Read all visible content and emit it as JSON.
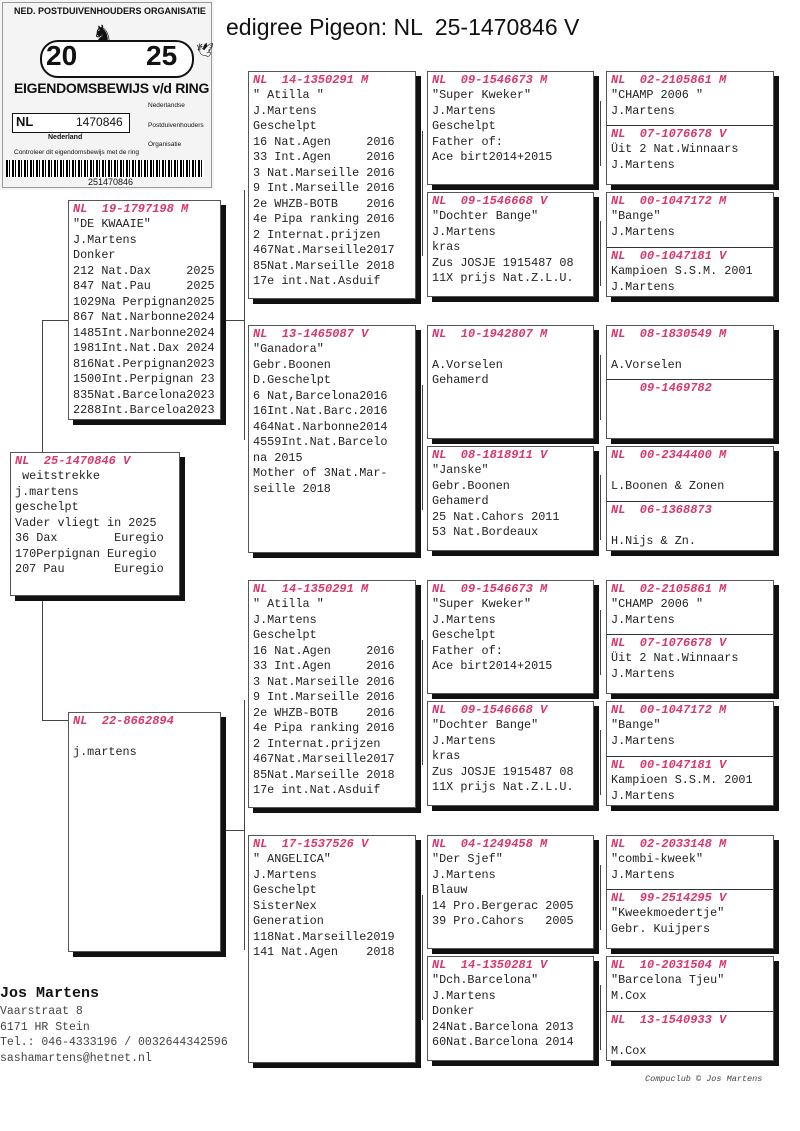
{
  "title": "edigree Pigeon: NL  25-1470846 V",
  "certificate": {
    "org": "NED. POSTDUIVENHOUDERS ORGANISATIE",
    "year_left": "20",
    "year_right": "25",
    "heading": "EIGENDOMSBEWIJS v/d RING",
    "country": "NL",
    "ring_number": "1470846",
    "nederland": "Nederland",
    "npo": [
      "Nederlandse",
      "Postduivenhouders",
      "Organisatie"
    ],
    "notice": "Controleer dit eigendomsbewijs met de ring",
    "barcode_number": "251470846"
  },
  "subject": {
    "header": "NL  25-1470846 V",
    "lines": [
      " weitstrekke",
      "j.martens",
      "geschelpt",
      "Vader vliegt in 2025",
      "36 Dax        Euregio",
      "170Perpignan Euregio",
      "207 Pau       Euregio"
    ]
  },
  "parents": [
    {
      "header": "NL  19-1797198 M",
      "lines": [
        "\"DE KWAAIE\"",
        "J.Martens",
        "Donker",
        "212 Nat.Dax     2025",
        "847 Nat.Pau     2025",
        "1029Na Perpignan2025",
        "867 Nat.Narbonne2024",
        "1485Int.Narbonne2024",
        "1981Int.Nat.Dax 2024",
        "816Nat.Perpignan2023",
        "1500Int.Perpignan 23",
        "835Nat.Barcelona2023",
        "2288Int.Barceloa2023"
      ]
    },
    {
      "header": "NL  22-8662894",
      "lines": [
        "",
        "j.martens"
      ]
    }
  ],
  "grandparents": [
    {
      "header": "NL  14-1350291 M",
      "lines": [
        "\" Atilla \"",
        "J.Martens",
        "Geschelpt",
        "16 Nat.Agen     2016",
        "33 Int.Agen     2016",
        "3 Nat.Marseille 2016",
        "9 Int.Marseille 2016",
        "2e WHZB-BOTB    2016",
        "4e Pipa ranking 2016",
        "2 Internat.prijzen",
        "467Nat.Marseille2017",
        "85Nat.Marseille 2018",
        "17e int.Nat.Asduif"
      ]
    },
    {
      "header": "NL  13-1465087 V",
      "lines": [
        "\"Ganadora\"",
        "Gebr.Boonen",
        "D.Geschelpt",
        "6 Nat,Barcelona2016",
        "16Int.Nat.Barc.2016",
        "464Nat.Narbonne2014",
        "4559Int.Nat.Barcelo",
        "na 2015",
        "Mother of 3Nat.Mar-",
        "seille 2018"
      ]
    },
    {
      "header": "NL  14-1350291 M",
      "lines": [
        "\" Atilla \"",
        "J.Martens",
        "Geschelpt",
        "16 Nat.Agen     2016",
        "33 Int.Agen     2016",
        "3 Nat.Marseille 2016",
        "9 Int.Marseille 2016",
        "2e WHZB-BOTB    2016",
        "4e Pipa ranking 2016",
        "2 Internat.prijzen",
        "467Nat.Marseille2017",
        "85Nat.Marseille 2018",
        "17e int.Nat.Asduif"
      ]
    },
    {
      "header": "NL  17-1537526 V",
      "lines": [
        "\" ANGELICA\"",
        "J.Martens",
        "Geschelpt",
        "SisterNex",
        "Generation",
        "118Nat.Marseille2019",
        "141 Nat.Agen    2018"
      ]
    }
  ],
  "great_grandparents": [
    {
      "header": "NL  09-1546673 M",
      "lines": [
        "\"Super Kweker\"",
        "J.Martens",
        "Geschelpt",
        "Father of:",
        "Ace birt2014+2015"
      ]
    },
    {
      "header": "NL  09-1546668 V",
      "lines": [
        "\"Dochter Bange\"",
        "J.Martens",
        "kras",
        "Zus JOSJE 1915487 08",
        "11X prijs Nat.Z.L.U."
      ]
    },
    {
      "header": "NL  10-1942807 M",
      "lines": [
        "",
        "A.Vorselen",
        "Gehamerd"
      ]
    },
    {
      "header": "NL  08-1818911 V",
      "lines": [
        "\"Janske\"",
        "Gebr.Boonen",
        "Gehamerd",
        "25 Nat.Cahors 2011",
        "53 Nat.Bordeaux"
      ]
    },
    {
      "header": "NL  09-1546673 M",
      "lines": [
        "\"Super Kweker\"",
        "J.Martens",
        "Geschelpt",
        "Father of:",
        "Ace birt2014+2015"
      ]
    },
    {
      "header": "NL  09-1546668 V",
      "lines": [
        "\"Dochter Bange\"",
        "J.Martens",
        "kras",
        "Zus JOSJE 1915487 08",
        "11X prijs Nat.Z.L.U."
      ]
    },
    {
      "header": "NL  04-1249458 M",
      "lines": [
        "\"Der Sjef\"",
        "J.Martens",
        "Blauw",
        "14 Pro.Bergerac 2005",
        "39 Pro.Cahors   2005"
      ]
    },
    {
      "header": "NL  14-1350281 V",
      "lines": [
        "\"Dch.Barcelona\"",
        "J.Martens",
        "Donker",
        "24Nat.Barcelona 2013",
        "60Nat.Barcelona 2014"
      ]
    }
  ],
  "generation4": [
    {
      "header": "NL  02-2105861 M",
      "lines": [
        "\"CHAMP 2006 \"",
        "J.Martens"
      ]
    },
    {
      "header": "NL  07-1076678 V",
      "lines": [
        "Üit 2 Nat.Winnaars",
        "J.Martens"
      ]
    },
    {
      "header": "NL  00-1047172 M",
      "lines": [
        "\"Bange\"",
        "J.Martens"
      ]
    },
    {
      "header": "NL  00-1047181 V",
      "lines": [
        "Kampioen S.S.M. 2001",
        "J.Martens"
      ]
    },
    {
      "header": "NL  08-1830549 M",
      "lines": [
        "",
        "A.Vorselen"
      ]
    },
    {
      "header": "    09-1469782",
      "lines": []
    },
    {
      "header": "NL  00-2344400 M",
      "lines": [
        "",
        "L.Boonen & Zonen"
      ]
    },
    {
      "header": "NL  06-1368873",
      "lines": [
        "",
        "H.Nijs & Zn."
      ]
    },
    {
      "header": "NL  02-2105861 M",
      "lines": [
        "\"CHAMP 2006 \"",
        "J.Martens"
      ]
    },
    {
      "header": "NL  07-1076678 V",
      "lines": [
        "Üit 2 Nat.Winnaars",
        "J.Martens"
      ]
    },
    {
      "header": "NL  00-1047172 M",
      "lines": [
        "\"Bange\"",
        "J.Martens"
      ]
    },
    {
      "header": "NL  00-1047181 V",
      "lines": [
        "Kampioen S.S.M. 2001",
        "J.Martens"
      ]
    },
    {
      "header": "NL  02-2033148 M",
      "lines": [
        "\"combi-kweek\"",
        "J.Martens"
      ]
    },
    {
      "header": "NL  99-2514295 V",
      "lines": [
        "\"Kweekmoedertje\"",
        "Gebr. Kuijpers"
      ]
    },
    {
      "header": "NL  10-2031504 M",
      "lines": [
        "\"Barcelona Tjeu\"",
        "M.Cox"
      ]
    },
    {
      "header": "NL  13-1540933 V",
      "lines": [
        "",
        "M.Cox"
      ]
    }
  ],
  "owner": {
    "name": "Jos Martens",
    "street": "Vaarstraat 8",
    "city": "6171 HR  Stein",
    "phone": "Tel.: 046-4333196 / 0032644342596",
    "email": "sashamartens@hetnet.nl"
  },
  "copyright": "Compuclub © Jos Martens"
}
